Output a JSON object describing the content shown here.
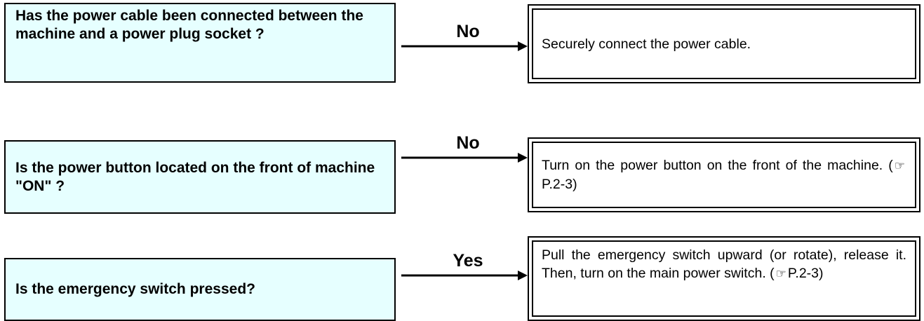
{
  "steps": [
    {
      "question": "Has the power cable been connected between the machine and a power plug socket ?",
      "answer_label": "No",
      "action": "Securely connect the power cable."
    },
    {
      "question": "Is the power button located on the front of machine \"ON\" ?",
      "answer_label": "No",
      "action_text": "Turn on the power button on the front of the machine. (",
      "action_ref": "P.2-3)"
    },
    {
      "question": "Is the emergency switch pressed?",
      "answer_label": "Yes",
      "action_text": "Pull the emergency switch upward (or rotate), release it. Then, turn on the main power switch. (",
      "action_ref": "P.2-3)"
    }
  ],
  "icons": {
    "reference": "pointing-hand-icon"
  }
}
